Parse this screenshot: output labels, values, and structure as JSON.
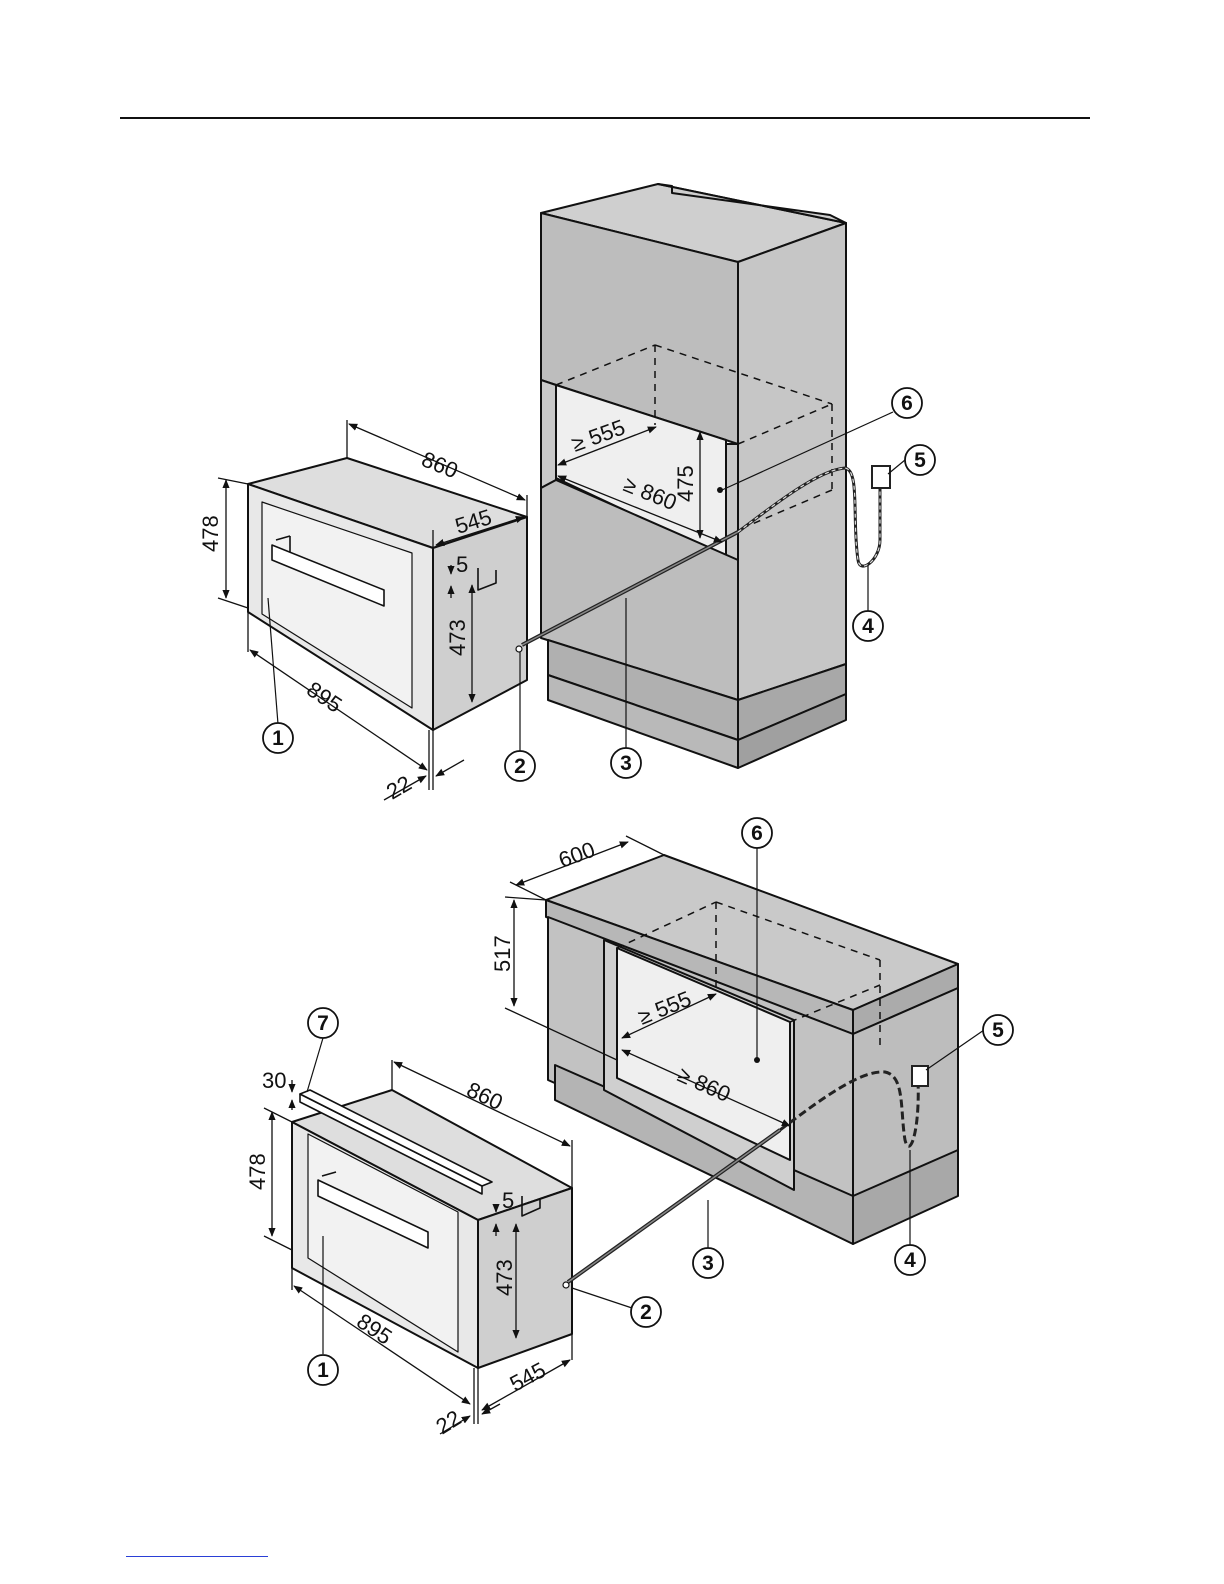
{
  "top_view": {
    "dimensions": {
      "width_860": "860",
      "depth_545": "545",
      "height_478": "478",
      "gap_5": "5",
      "height_473": "473",
      "front_895": "895",
      "front_22": "22",
      "niche_555": "≥ 555",
      "niche_860": "≥ 860",
      "niche_475": "475"
    },
    "callouts": [
      "1",
      "2",
      "3",
      "4",
      "5",
      "6"
    ]
  },
  "bottom_view": {
    "dimensions": {
      "cabinet_600": "600",
      "cabinet_517": "517",
      "strip_30": "30",
      "width_860": "860",
      "height_478": "478",
      "gap_5": "5",
      "height_473": "473",
      "front_895": "895",
      "front_22": "22",
      "depth_545": "545",
      "niche_555": "≥ 555",
      "niche_860": "≥ 860"
    },
    "callouts": [
      "1",
      "2",
      "3",
      "4",
      "5",
      "6",
      "7"
    ]
  }
}
